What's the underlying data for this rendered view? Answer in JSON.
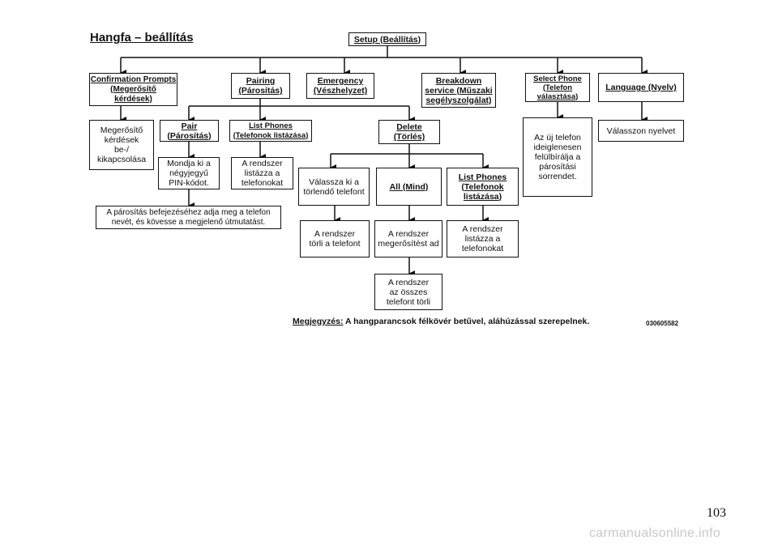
{
  "title": "Hangfa – beállítás",
  "setup": [
    "Setup (Beállítás)"
  ],
  "confirm": [
    "Confirmation Prompts",
    "(Megerősítő",
    "kérdések)"
  ],
  "pairing": [
    "Pairing",
    "(Párosítás)"
  ],
  "emergency": [
    "Emergency",
    "(Vészhelyzet)"
  ],
  "breakdown": [
    "Breakdown",
    "service (Műszaki",
    "segélyszolgálat)"
  ],
  "select_phone": [
    "Select Phone",
    "(Telefon",
    "választása)"
  ],
  "language": [
    "Language (Nyelv)"
  ],
  "confirm_desc": [
    "Megerősítő",
    "kérdések",
    "be-/",
    "kikapcsolása"
  ],
  "pair": [
    "Pair",
    "(Párosítás)"
  ],
  "list_phones": [
    "List Phones",
    "(Telefonok listázása)"
  ],
  "delete": [
    "Delete",
    "(Törlés)"
  ],
  "select_desc": [
    "Az új telefon",
    "ideiglenesen",
    "felülbírálja a",
    "párosítási",
    "sorrendet."
  ],
  "language_desc": [
    "Válasszon nyelvet"
  ],
  "pair_desc": [
    "Mondja ki a",
    "négyjegyű",
    "PIN-kódot."
  ],
  "list_desc": [
    "A rendszer",
    "listázza a",
    "telefonokat"
  ],
  "pair_final": [
    "A párosítás befejezéséhez adja meg a telefon",
    "nevét, és kövesse a megjelenő útmutatást."
  ],
  "delete_choose": [
    "Válassza ki a",
    "törlendő telefont"
  ],
  "all": [
    "All (Mind)"
  ],
  "delete_list": [
    "List Phones",
    "(Telefonok",
    "listázása)"
  ],
  "delete_result": [
    "A rendszer",
    "törli a telefont"
  ],
  "all_confirm": [
    "A rendszer",
    "megerősítést ad"
  ],
  "delete_list_desc": [
    "A rendszer",
    "listázza a",
    "telefonokat"
  ],
  "all_result": [
    "A rendszer",
    "az összes",
    "telefont törli"
  ],
  "note": {
    "label": "Megjegyzés:",
    "text": " A hangparancsok félkövér betűvel, aláhúzással szerepelnek."
  },
  "code": "030605582",
  "page_number": "103",
  "watermark": "carmanualsonline.info"
}
